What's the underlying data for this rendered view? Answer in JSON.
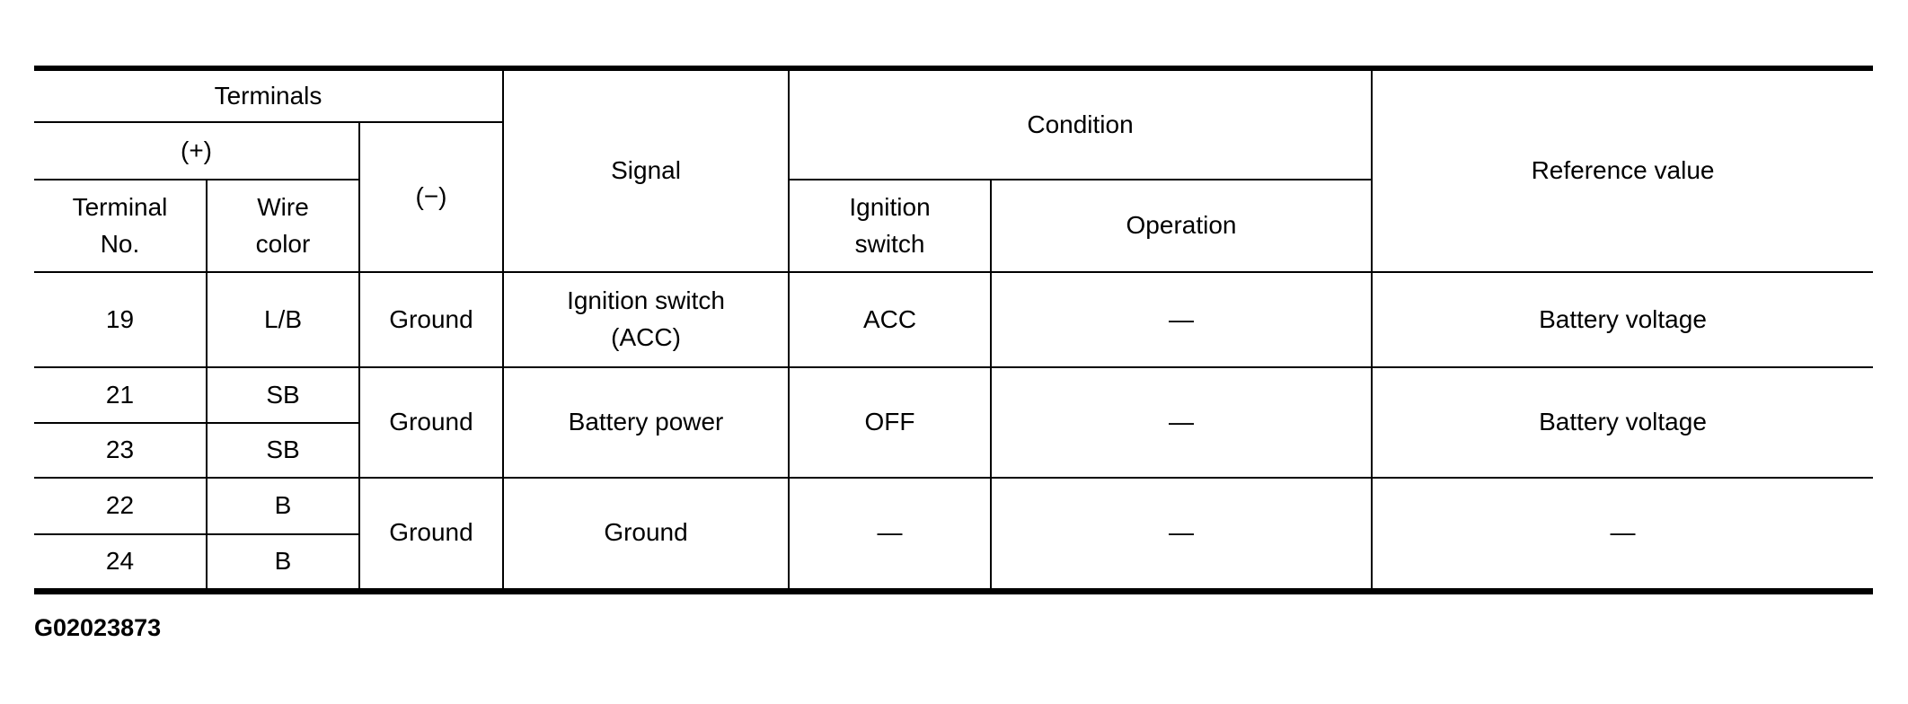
{
  "table": {
    "header": {
      "terminals": "Terminals",
      "plus": "(+)",
      "minus": "(−)",
      "terminal_no": "Terminal\nNo.",
      "wire_color": "Wire\ncolor",
      "signal": "Signal",
      "condition": "Condition",
      "ignition_switch": "Ignition\nswitch",
      "operation": "Operation",
      "reference_value": "Reference value"
    },
    "rows": [
      {
        "terminals": [
          {
            "no": "19",
            "wire_color": "L/B"
          }
        ],
        "minus": "Ground",
        "signal": "Ignition switch\n(ACC)",
        "ignition_switch": "ACC",
        "operation": "—",
        "reference_value": "Battery voltage"
      },
      {
        "terminals": [
          {
            "no": "21",
            "wire_color": "SB"
          },
          {
            "no": "23",
            "wire_color": "SB"
          }
        ],
        "minus": "Ground",
        "signal": "Battery power",
        "ignition_switch": "OFF",
        "operation": "—",
        "reference_value": "Battery voltage"
      },
      {
        "terminals": [
          {
            "no": "22",
            "wire_color": "B"
          },
          {
            "no": "24",
            "wire_color": "B"
          }
        ],
        "minus": "Ground",
        "signal": "Ground",
        "ignition_switch": "—",
        "operation": "—",
        "reference_value": "—"
      }
    ]
  },
  "footer": {
    "figure_id": "G02023873"
  },
  "colors": {
    "background": "#ffffff",
    "text": "#000000",
    "border": "#000000"
  }
}
